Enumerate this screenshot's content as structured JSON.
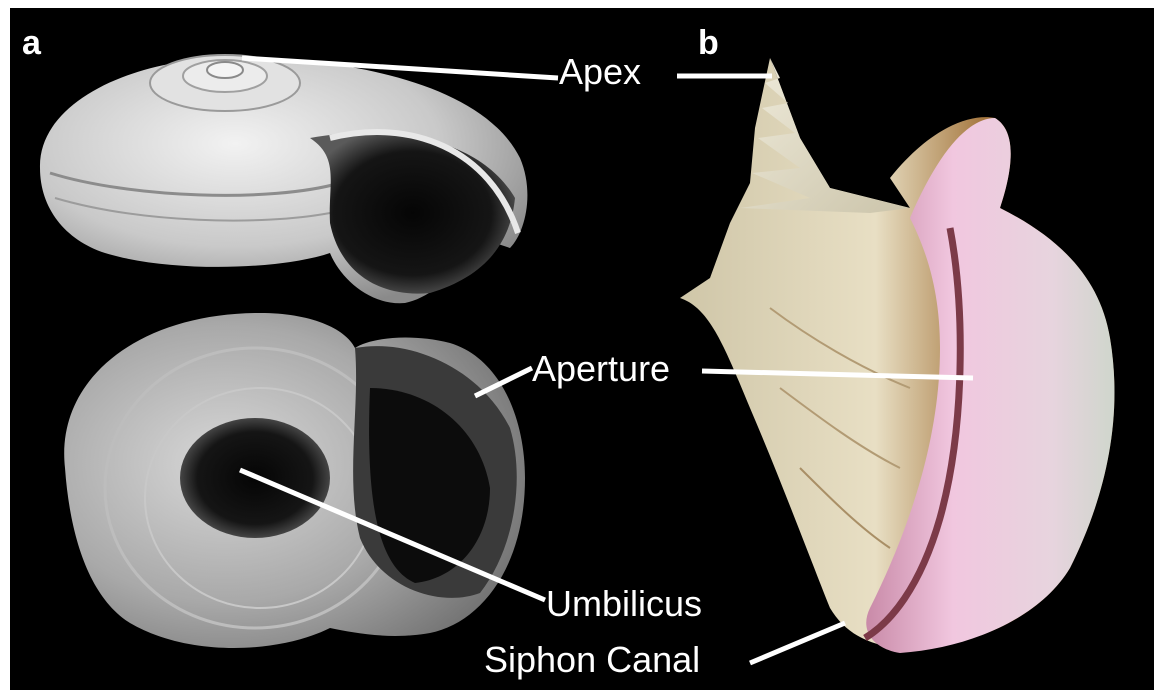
{
  "figure": {
    "panel_a": "a",
    "panel_b": "b",
    "labels": {
      "apex": "Apex",
      "aperture": "Aperture",
      "umbilicus": "Umbilicus",
      "siphon_canal": "Siphon Canal"
    }
  },
  "colors": {
    "background": "#000000",
    "label_text": "#ffffff",
    "leader_line": "#ffffff",
    "sem_shell_light": "#d9d9d9",
    "sem_shell_dark": "#4a4a4a",
    "conch_cream": "#e6dcc0",
    "conch_brown": "#9a6b3a",
    "conch_pink": "#e6b0d2"
  }
}
